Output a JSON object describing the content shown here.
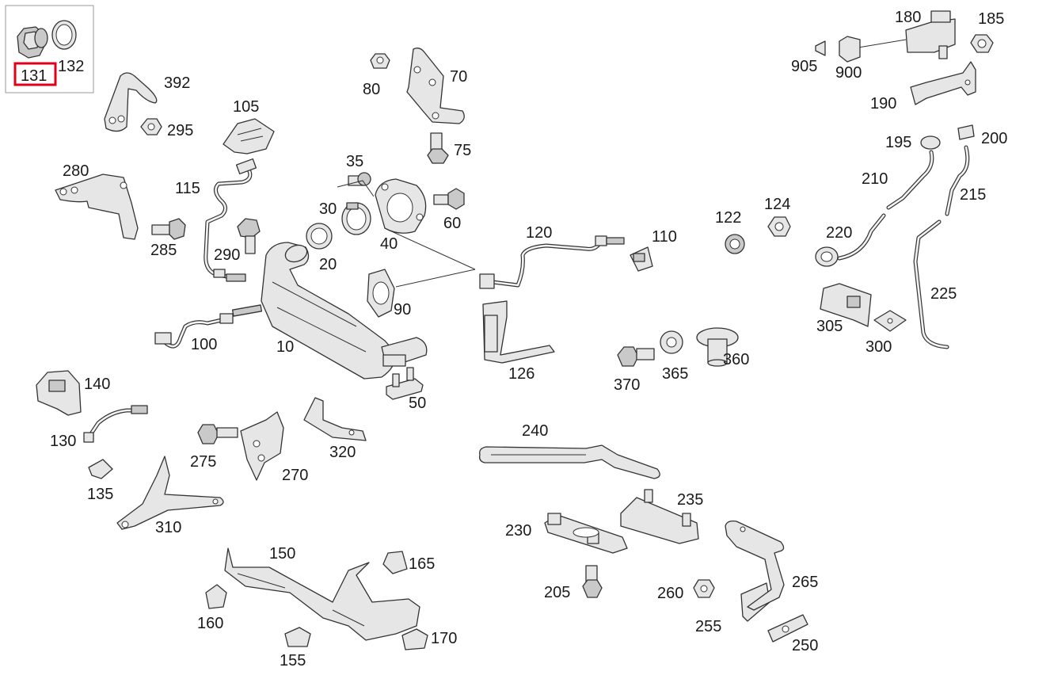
{
  "diagram": {
    "highlight_color": "#e0001a",
    "highlighted_part": "131",
    "inset": {
      "labels": [
        "131",
        "132"
      ]
    },
    "parts": [
      "392",
      "295",
      "105",
      "280",
      "115",
      "285",
      "290",
      "80",
      "70",
      "75",
      "35",
      "30",
      "40",
      "60",
      "20",
      "10",
      "90",
      "100",
      "50",
      "120",
      "110",
      "126",
      "122",
      "124",
      "180",
      "185",
      "905",
      "900",
      "190",
      "195",
      "200",
      "210",
      "215",
      "220",
      "225",
      "305",
      "300",
      "360",
      "370",
      "365",
      "140",
      "130",
      "135",
      "275",
      "270",
      "320",
      "310",
      "240",
      "235",
      "230",
      "205",
      "260",
      "255",
      "265",
      "250",
      "150",
      "165",
      "160",
      "155",
      "170"
    ]
  },
  "labels": {
    "l131": "131",
    "l132": "132",
    "l392": "392",
    "l295": "295",
    "l105": "105",
    "l280": "280",
    "l115": "115",
    "l285": "285",
    "l290": "290",
    "l80": "80",
    "l70": "70",
    "l75": "75",
    "l35": "35",
    "l30": "30",
    "l40": "40",
    "l60": "60",
    "l20": "20",
    "l10": "10",
    "l90": "90",
    "l100": "100",
    "l50": "50",
    "l120": "120",
    "l110": "110",
    "l126": "126",
    "l122": "122",
    "l124": "124",
    "l180": "180",
    "l185": "185",
    "l905": "905",
    "l900": "900",
    "l190": "190",
    "l195": "195",
    "l200": "200",
    "l210": "210",
    "l215": "215",
    "l220": "220",
    "l225": "225",
    "l305": "305",
    "l300": "300",
    "l360": "360",
    "l370": "370",
    "l365": "365",
    "l140": "140",
    "l130": "130",
    "l135": "135",
    "l275": "275",
    "l270": "270",
    "l320": "320",
    "l310": "310",
    "l240": "240",
    "l235": "235",
    "l230": "230",
    "l205": "205",
    "l260": "260",
    "l255": "255",
    "l265": "265",
    "l250": "250",
    "l150": "150",
    "l165": "165",
    "l160": "160",
    "l155": "155",
    "l170": "170"
  }
}
